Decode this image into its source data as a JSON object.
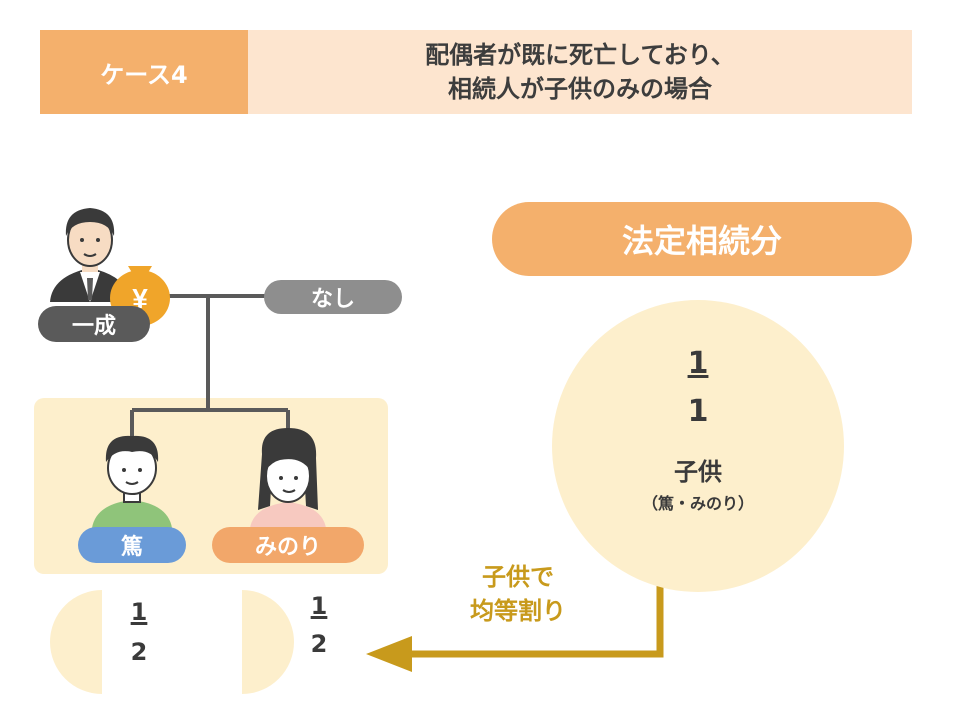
{
  "header": {
    "case_label": "ケース4",
    "title_line1": "配偶者が既に死亡しており、",
    "title_line2": "相続人が子供のみの場合"
  },
  "family": {
    "father": "一成",
    "spouse": "なし",
    "child1": "篤",
    "child2": "みのり",
    "money_symbol": "¥"
  },
  "legal_share": {
    "title": "法定相続分",
    "numerator": "1",
    "denominator": "1",
    "heir": "子供",
    "heir_detail": "（篤・みのり）"
  },
  "division": {
    "label_line1": "子供で",
    "label_line2": "均等割り"
  },
  "shares": [
    {
      "numerator": "1",
      "denominator": "2"
    },
    {
      "numerator": "1",
      "denominator": "2"
    }
  ],
  "colors": {
    "accent_orange": "#f4b06c",
    "light_orange": "#fde5cf",
    "cream": "#fdefcc",
    "gold_arrow": "#c89a1c",
    "child1_blue": "#6a9bd8",
    "child2_orange": "#f2a76a"
  }
}
